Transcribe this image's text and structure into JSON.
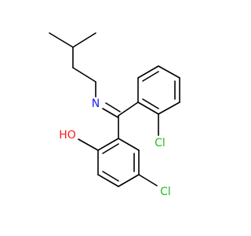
{
  "molecule": {
    "atoms": {
      "n1": {
        "label": "N",
        "color": "#1a1aff"
      },
      "o1": {
        "label": "HO",
        "color": "#ff1a1a"
      },
      "cl1": {
        "label": "Cl",
        "color": "#1fbf1f"
      },
      "cl2": {
        "label": "Cl",
        "color": "#1fbf1f"
      }
    },
    "bond_color": "#000000",
    "background": "#ffffff"
  }
}
